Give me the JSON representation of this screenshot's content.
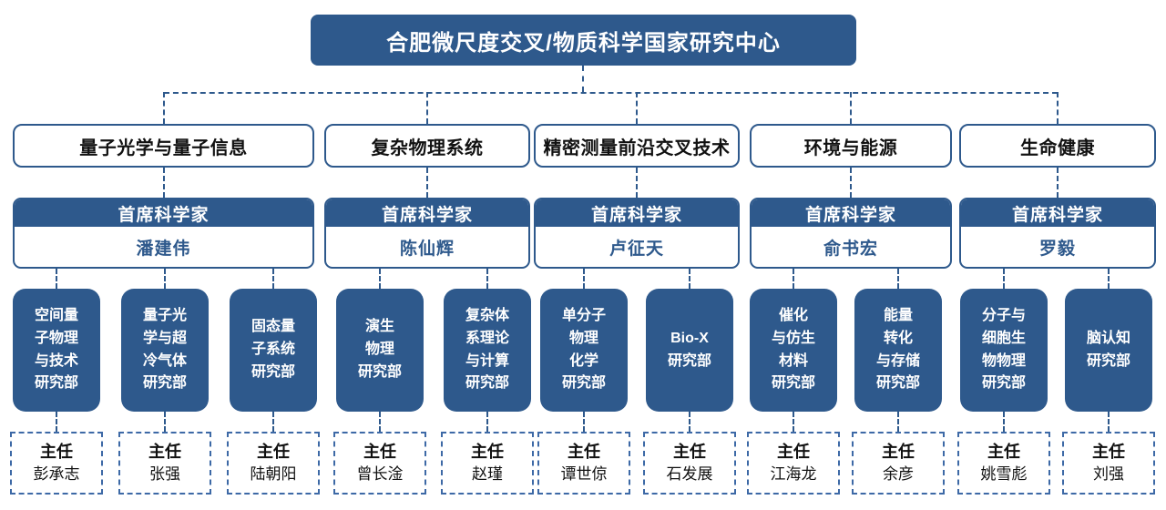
{
  "title": "合肥微尺度交叉/物质科学国家研究中心",
  "labels": {
    "chief": "首席科学家",
    "director": "主任"
  },
  "colors": {
    "primary_blue": "#2e598c",
    "director_border_blue": "#3d69a6",
    "text_black": "#111111",
    "background": "#ffffff"
  },
  "branches": [
    {
      "label": "量子光学与量子信息",
      "chief": "潘建伟",
      "departments": [
        {
          "name": "空间量\n子物理\n与技术\n研究部",
          "director": "彭承志"
        },
        {
          "name": "量子光\n学与超\n冷气体\n研究部",
          "director": "张强"
        },
        {
          "name": "固态量\n子系统\n研究部",
          "director": "陆朝阳"
        }
      ]
    },
    {
      "label": "复杂物理系统",
      "chief": "陈仙辉",
      "departments": [
        {
          "name": "演生\n物理\n研究部",
          "director": "曾长淦"
        },
        {
          "name": "复杂体\n系理论\n与计算\n研究部",
          "director": "赵瑾"
        }
      ]
    },
    {
      "label": "精密测量前沿交叉技术",
      "chief": "卢征天",
      "departments": [
        {
          "name": "单分子\n物理\n化学\n研究部",
          "director": "谭世倞"
        },
        {
          "name": "Bio-X\n研究部",
          "director": "石发展"
        }
      ]
    },
    {
      "label": "环境与能源",
      "chief": "俞书宏",
      "departments": [
        {
          "name": "催化\n与仿生\n材料\n研究部",
          "director": "江海龙"
        },
        {
          "name": "能量\n转化\n与存储\n研究部",
          "director": "余彦"
        }
      ]
    },
    {
      "label": "生命健康",
      "chief": "罗毅",
      "departments": [
        {
          "name": "分子与\n细胞生\n物物理\n研究部",
          "director": "姚雪彪"
        },
        {
          "name": "脑认知\n研究部",
          "director": "刘强"
        }
      ]
    }
  ]
}
